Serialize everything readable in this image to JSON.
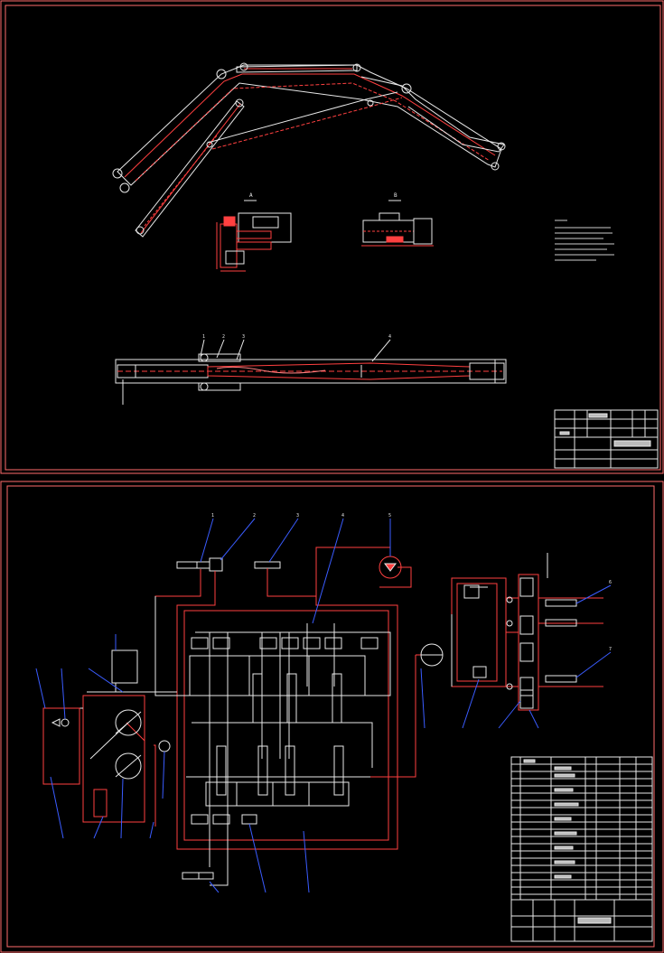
{
  "colors": {
    "background": "#000000",
    "frame": "#ff6b6b",
    "line_white": "#e8e8e8",
    "line_red": "#ff4040",
    "leader_blue": "#3a5cff",
    "hatch": "#ff5a5a"
  },
  "sheet1": {
    "section_a_label": "A",
    "section_b_label": "B",
    "boom_labels": [
      "1",
      "2",
      "3",
      "4"
    ]
  },
  "sheet2": {
    "callouts_top": [
      "1",
      "2",
      "3",
      "4",
      "5"
    ],
    "callouts_right": [
      "6",
      "7"
    ]
  }
}
